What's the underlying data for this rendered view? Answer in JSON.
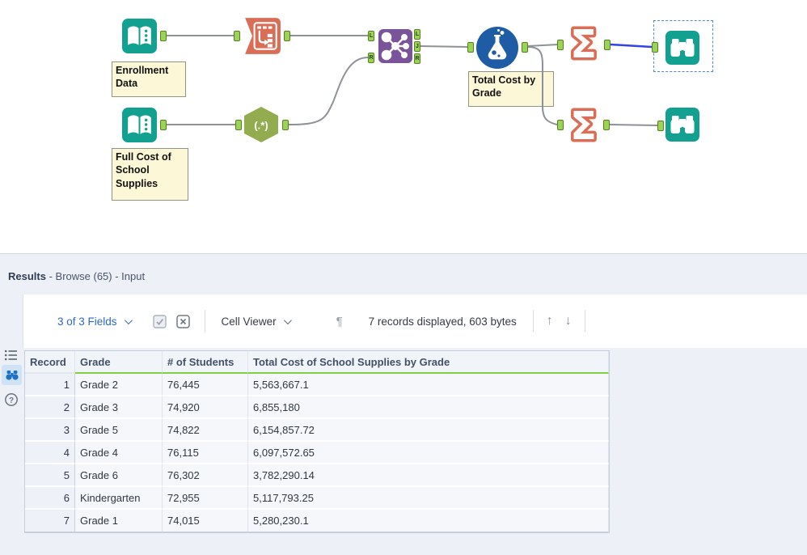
{
  "workflow": {
    "labels": {
      "input1": "Enrollment Data",
      "input2": "Full Cost of School Supplies",
      "formula": "Total Cost by Grade"
    },
    "regex_text": "(.*)",
    "join_ports": {
      "in_l": "L",
      "in_r": "R",
      "out_l": "L",
      "out_j": "J",
      "out_r": "R"
    }
  },
  "results": {
    "title": "Results",
    "subtitle": "- Browse (65) - Input",
    "toolbar": {
      "fields_selector": "3 of 3 Fields",
      "cell_viewer": "Cell Viewer",
      "records_info": "7 records displayed, 603 bytes"
    },
    "table": {
      "headers": [
        "Record",
        "Grade",
        "# of Students",
        "Total Cost of School Supplies by Grade"
      ],
      "rows": [
        [
          "1",
          "Grade 2",
          "76,445",
          "5,563,667.1"
        ],
        [
          "2",
          "Grade 3",
          "74,920",
          "6,855,180"
        ],
        [
          "3",
          "Grade 5",
          "74,822",
          "6,154,857.72"
        ],
        [
          "4",
          "Grade 4",
          "76,115",
          "6,097,572.65"
        ],
        [
          "5",
          "Grade 6",
          "76,302",
          "3,782,290.14"
        ],
        [
          "6",
          "Kindergarten",
          "72,955",
          "5,117,793.25"
        ],
        [
          "7",
          "Grade 1",
          "74,015",
          "5,280,230.1"
        ]
      ]
    }
  },
  "icons": {
    "sigma": "Σ",
    "pilcrow": "¶",
    "up_arrow": "↑",
    "down_arrow": "↓",
    "question": "?"
  },
  "colors": {
    "teal": "#12A090",
    "salmon": "#D96D56",
    "olive": "#93AC4F",
    "purple": "#7A549B",
    "formula_blue": "#1E5CA6",
    "port_green": "#9BD356",
    "wire_gray": "#8D9299",
    "selected_wire_blue": "#3142E8",
    "selection_dash_blue": "#4C8BD6",
    "link_blue": "#2E68C0",
    "header_green_underline": "#7FD142",
    "annotation_yellow": "#FCF8D7"
  }
}
